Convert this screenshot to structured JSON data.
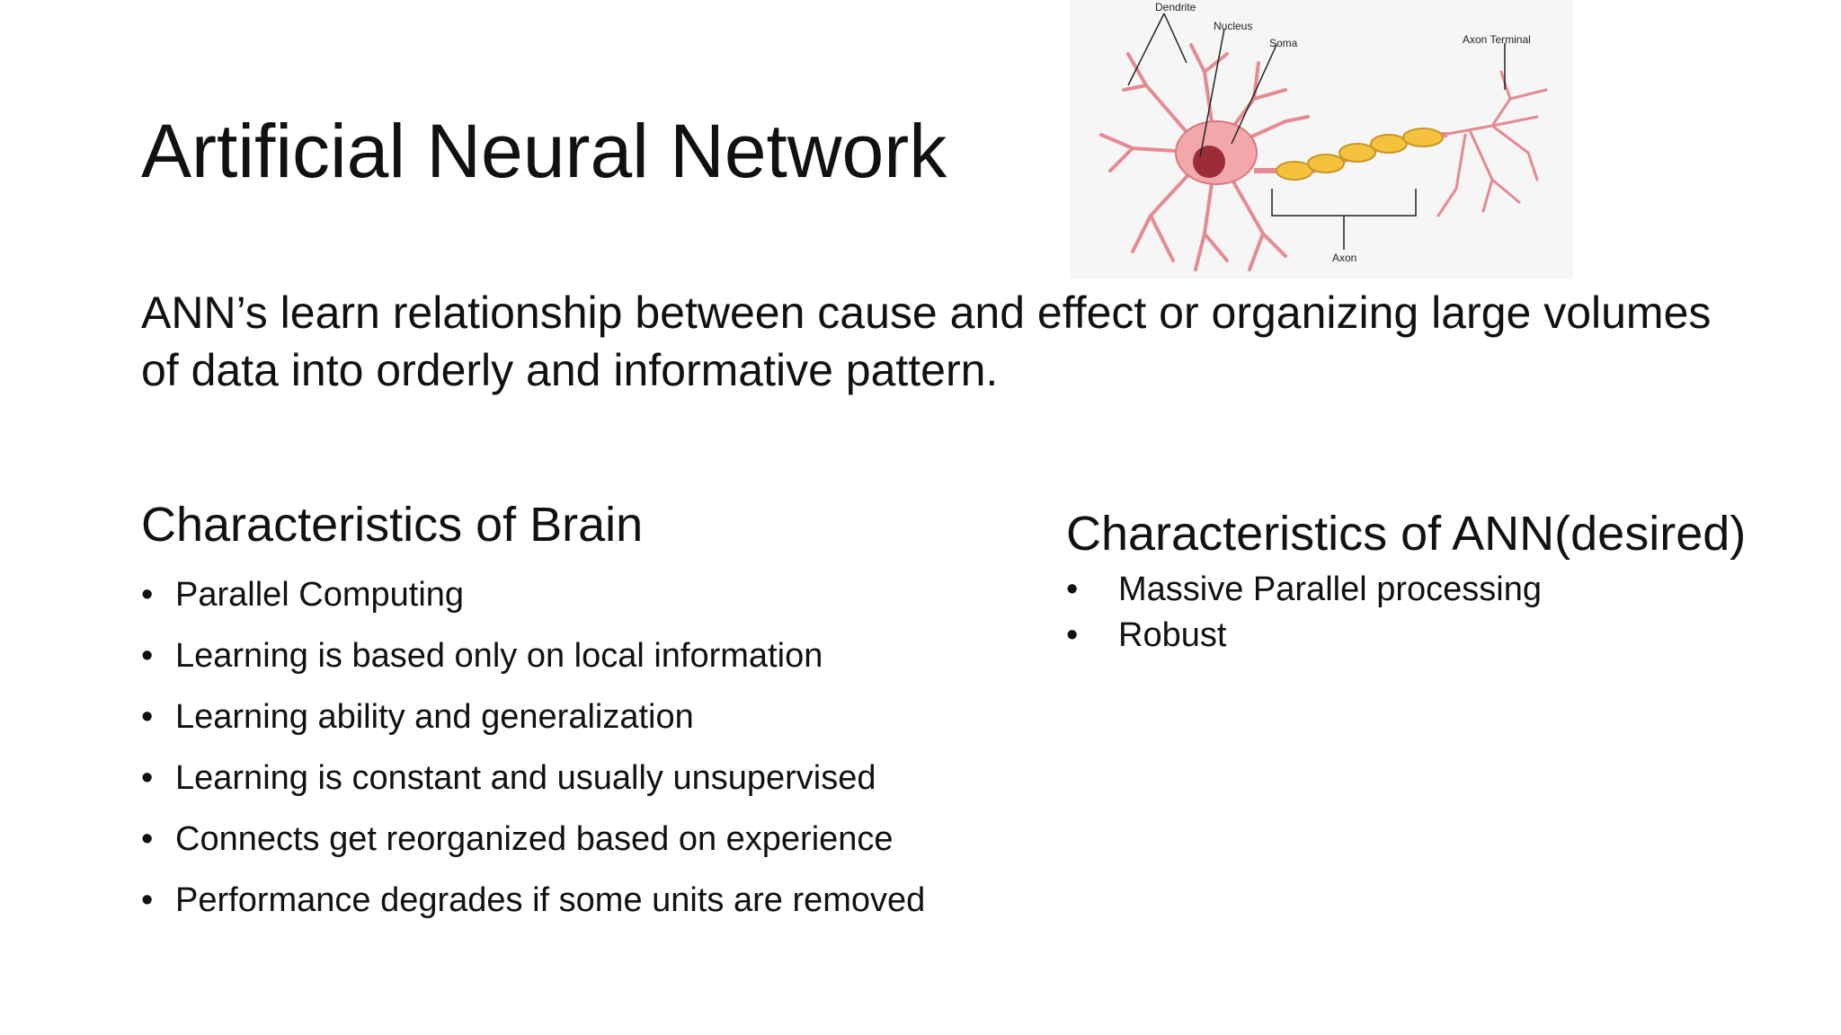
{
  "slide": {
    "title": "Artificial Neural Network",
    "intro": "ANN’s learn relationship between cause and effect or organizing large volumes of data into orderly and informative pattern.",
    "brain": {
      "heading": "Characteristics of Brain",
      "items": [
        "Parallel Computing",
        "Learning is based only on local information",
        "Learning ability and generalization",
        "Learning is constant and usually unsupervised",
        "Connects get reorganized based on experience",
        "Performance degrades if some units are removed"
      ]
    },
    "ann": {
      "heading": "Characteristics of ANN(desired)",
      "items": [
        "Massive Parallel processing",
        "Robust"
      ]
    },
    "bullet_char": "•",
    "neuron_image": {
      "labels": {
        "dendrite": "Dendrite",
        "nucleus": "Nucleus",
        "soma": "Soma",
        "axon_terminal": "Axon Terminal",
        "axon": "Axon"
      }
    }
  }
}
